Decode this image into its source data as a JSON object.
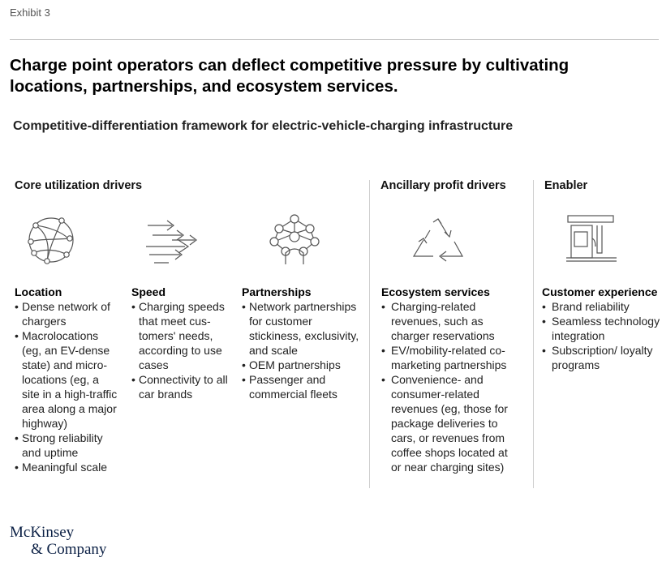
{
  "exhibit": "Exhibit 3",
  "title": "Charge point operators can deflect competitive pressure by cultivating locations, partnerships, and ecosystem services.",
  "subtitle": "Competitive-differentiation framework for electric-vehicle-charging infrastructure",
  "groups": [
    {
      "label": "Core utilization drivers"
    },
    {
      "label": "Ancillary profit drivers"
    },
    {
      "label": "Enabler"
    }
  ],
  "columns": [
    {
      "icon": "network-globe-icon",
      "title": "Location",
      "bullets": [
        "Dense network of chargers",
        "Macrolocations (eg, an EV-dense state) and micro-locations (eg, a site in a high-traffic area along a major highway)",
        "Strong reliability and uptime",
        "Meaningful scale"
      ]
    },
    {
      "icon": "speed-arrows-icon",
      "title": "Speed",
      "bullets": [
        "Charging speeds that meet cus-tomers' needs, according to use cases",
        "Connectivity to all car brands"
      ]
    },
    {
      "icon": "partnership-network-icon",
      "title": "Partnerships",
      "bullets": [
        "Network partnerships for customer stickiness, exclusivity, and scale",
        "OEM partnerships",
        "Passenger and commercial fleets"
      ]
    },
    {
      "icon": "recycle-triangle-icon",
      "title": "Ecosystem services",
      "bullets": [
        "Charging-related revenues, such as charger reservations",
        "EV/mobility-related co-marketing partnerships",
        "Convenience- and consumer-related revenues (eg, those for package deliveries to cars, or revenues from coffee shops located at or near charging sites)"
      ]
    },
    {
      "icon": "charging-station-icon",
      "title": "Customer experience",
      "bullets": [
        "Brand reliability",
        "Seamless technology integration",
        "Subscription/ loyalty programs"
      ]
    }
  ],
  "logo": {
    "line1": "McKinsey",
    "line2": "& Company"
  }
}
